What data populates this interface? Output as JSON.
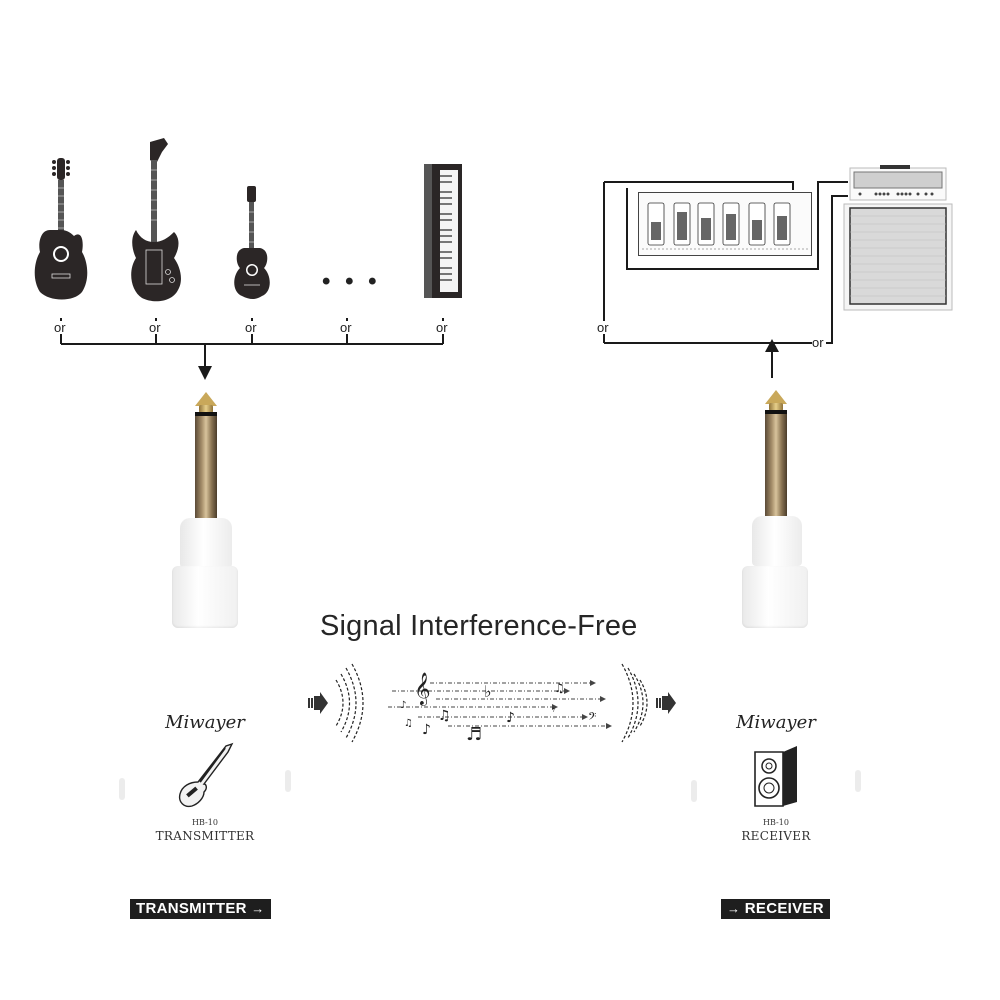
{
  "diagram": {
    "title": "Signal Interference-Free",
    "inputs": {
      "instruments": [
        {
          "name": "acoustic-guitar",
          "connector_label": "or"
        },
        {
          "name": "electric-guitar",
          "connector_label": "or"
        },
        {
          "name": "ukulele",
          "connector_label": "or"
        },
        {
          "name": "more",
          "symbol": "• • •",
          "connector_label": "or"
        },
        {
          "name": "keyboard",
          "connector_label": "or"
        }
      ]
    },
    "outputs": {
      "destinations": [
        {
          "name": "effects-pedalboard",
          "connector_label": "or"
        },
        {
          "name": "guitar-amplifier",
          "connector_label": "or"
        }
      ]
    },
    "transmitter": {
      "brand": "Miwayer",
      "model": "HB-10",
      "role": "TRANSMITTER",
      "tag": "TRANSMITTER",
      "tag_arrow": "→"
    },
    "receiver": {
      "brand": "Miwayer",
      "model": "HB-10",
      "role": "RECEIVER",
      "tag": "RECEIVER",
      "tag_arrow": "→"
    },
    "colors": {
      "background": "#ffffff",
      "line": "#1a1a1a",
      "tag_bg": "#1e1e1e",
      "plug_gold": "#c9a85a",
      "device_white": "#f5f5f5"
    }
  }
}
